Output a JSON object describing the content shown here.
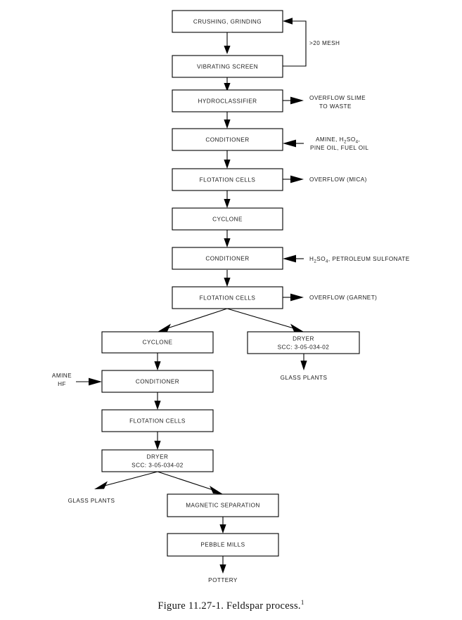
{
  "figure": {
    "caption_text": "Figure 11.27-1.  Feldspar process.",
    "caption_footnote": "1"
  },
  "colors": {
    "stroke": "#000000",
    "box_fill": "#ffffff",
    "text": "#1a1a1a",
    "background": "#ffffff"
  },
  "chart_data": {
    "type": "flowchart",
    "title": "Feldspar process",
    "nodes": [
      {
        "id": "crushing",
        "label": "CRUSHING, GRINDING",
        "sublabel": ""
      },
      {
        "id": "vibrating",
        "label": "VIBRATING SCREEN",
        "sublabel": ""
      },
      {
        "id": "hydro",
        "label": "HYDROCLASSIFIER",
        "sublabel": ""
      },
      {
        "id": "conditioner1",
        "label": "CONDITIONER",
        "sublabel": ""
      },
      {
        "id": "flotation1",
        "label": "FLOTATION CELLS",
        "sublabel": ""
      },
      {
        "id": "cyclone1",
        "label": "CYCLONE",
        "sublabel": ""
      },
      {
        "id": "conditioner2",
        "label": "CONDITIONER",
        "sublabel": ""
      },
      {
        "id": "flotation2",
        "label": "FLOTATION CELLS",
        "sublabel": ""
      },
      {
        "id": "cyclone2",
        "label": "CYCLONE",
        "sublabel": ""
      },
      {
        "id": "dryer_right",
        "label": "DRYER",
        "sublabel": "SCC:  3-05-034-02"
      },
      {
        "id": "conditioner3",
        "label": "CONDITIONER",
        "sublabel": ""
      },
      {
        "id": "flotation3",
        "label": "FLOTATION CELLS",
        "sublabel": ""
      },
      {
        "id": "dryer_bottom",
        "label": "DRYER",
        "sublabel": "SCC:  3-05-034-02"
      },
      {
        "id": "magnetic",
        "label": "MAGNETIC SEPARATION",
        "sublabel": ""
      },
      {
        "id": "pebble",
        "label": "PEBBLE MILLS",
        "sublabel": ""
      }
    ],
    "annotations": [
      {
        "id": "mesh",
        "text": ">20 MESH"
      },
      {
        "id": "overflow_slime",
        "text_line1": "OVERFLOW SLIME",
        "text_line2": "TO WASTE"
      },
      {
        "id": "reagents1",
        "text_line1": "AMINE, H2SO4,",
        "text_line2": "PINE OIL, FUEL OIL"
      },
      {
        "id": "overflow_mica",
        "text": "OVERFLOW (MICA)"
      },
      {
        "id": "reagents2",
        "text": "H2SO4, PETROLEUM SULFONATE"
      },
      {
        "id": "overflow_garnet",
        "text": "OVERFLOW (GARNET)"
      },
      {
        "id": "amine_hf",
        "text_line1": "AMINE",
        "text_line2": "HF"
      },
      {
        "id": "glass_right",
        "text": "GLASS PLANTS"
      },
      {
        "id": "glass_bottom",
        "text": "GLASS PLANTS"
      },
      {
        "id": "pottery",
        "text": "POTTERY"
      }
    ],
    "chem_parts": {
      "reagents1_pre": "AMINE, H",
      "reagents1_sub1": "2",
      "reagents1_mid": "SO",
      "reagents1_sub2": "4",
      "reagents1_post": ",",
      "reagents1_line2": "PINE OIL, FUEL OIL",
      "reagents2_pre": "H",
      "reagents2_sub1": "2",
      "reagents2_mid": "SO",
      "reagents2_sub2": "4",
      "reagents2_post": ", PETROLEUM SULFONATE"
    },
    "edges": [
      {
        "from": "crushing",
        "to": "vibrating",
        "kind": "down"
      },
      {
        "from": "vibrating",
        "to": "crushing",
        "kind": "feedback",
        "label": ">20 MESH"
      },
      {
        "from": "vibrating",
        "to": "hydro",
        "kind": "down"
      },
      {
        "from": "hydro",
        "to": "overflow_slime",
        "kind": "right"
      },
      {
        "from": "hydro",
        "to": "conditioner1",
        "kind": "down"
      },
      {
        "from": "reagents1",
        "to": "conditioner1",
        "kind": "left-in"
      },
      {
        "from": "conditioner1",
        "to": "flotation1",
        "kind": "down"
      },
      {
        "from": "flotation1",
        "to": "overflow_mica",
        "kind": "right"
      },
      {
        "from": "flotation1",
        "to": "cyclone1",
        "kind": "down"
      },
      {
        "from": "cyclone1",
        "to": "conditioner2",
        "kind": "down"
      },
      {
        "from": "reagents2",
        "to": "conditioner2",
        "kind": "left-in"
      },
      {
        "from": "conditioner2",
        "to": "flotation2",
        "kind": "down"
      },
      {
        "from": "flotation2",
        "to": "overflow_garnet",
        "kind": "right"
      },
      {
        "from": "flotation2",
        "to": "cyclone2",
        "kind": "fork-left"
      },
      {
        "from": "flotation2",
        "to": "dryer_right",
        "kind": "fork-right"
      },
      {
        "from": "dryer_right",
        "to": "glass_right",
        "kind": "down"
      },
      {
        "from": "cyclone2",
        "to": "conditioner3",
        "kind": "down"
      },
      {
        "from": "amine_hf",
        "to": "conditioner3",
        "kind": "right-in"
      },
      {
        "from": "conditioner3",
        "to": "flotation3",
        "kind": "down"
      },
      {
        "from": "flotation3",
        "to": "dryer_bottom",
        "kind": "down"
      },
      {
        "from": "dryer_bottom",
        "to": "glass_bottom",
        "kind": "fork-left"
      },
      {
        "from": "dryer_bottom",
        "to": "magnetic",
        "kind": "fork-right"
      },
      {
        "from": "magnetic",
        "to": "pebble",
        "kind": "down"
      },
      {
        "from": "pebble",
        "to": "pottery",
        "kind": "down"
      }
    ]
  }
}
